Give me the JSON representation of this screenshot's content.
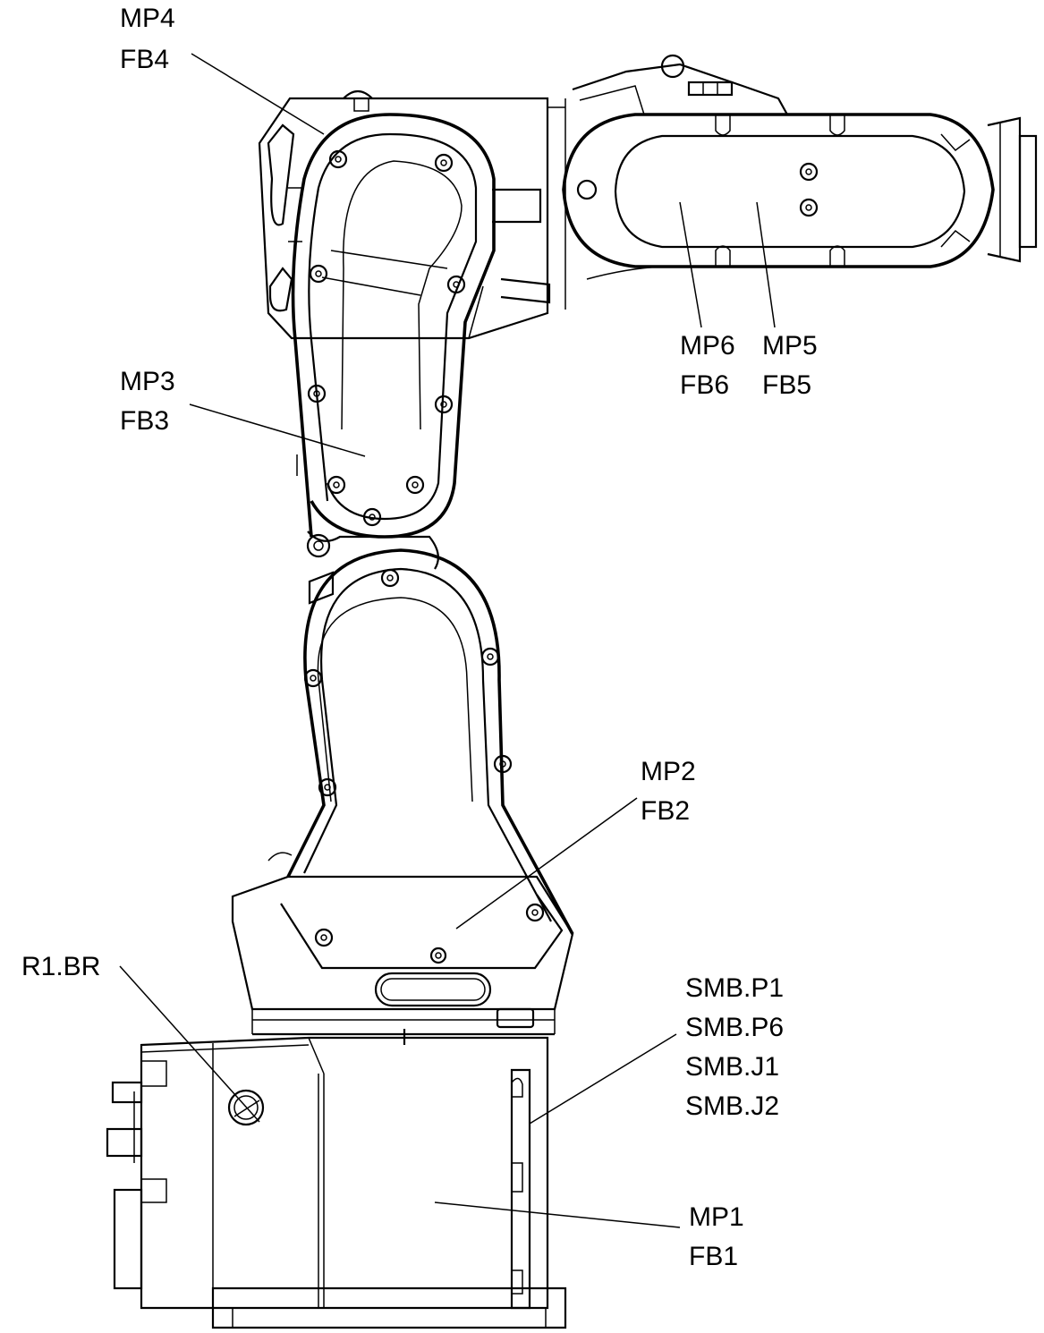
{
  "labels": {
    "mp4": "MP4",
    "fb4": "FB4",
    "mp3": "MP3",
    "fb3": "FB3",
    "mp6": "MP6",
    "fb6": "FB6",
    "mp5": "MP5",
    "fb5": "FB5",
    "mp2": "MP2",
    "fb2": "FB2",
    "r1br": "R1.BR",
    "smb_p1": "SMB.P1",
    "smb_p6": "SMB.P6",
    "smb_j1": "SMB.J1",
    "smb_j2": "SMB.J2",
    "mp1": "MP1",
    "fb1": "FB1"
  },
  "colors": {
    "line": "#000000",
    "background": "#ffffff"
  }
}
